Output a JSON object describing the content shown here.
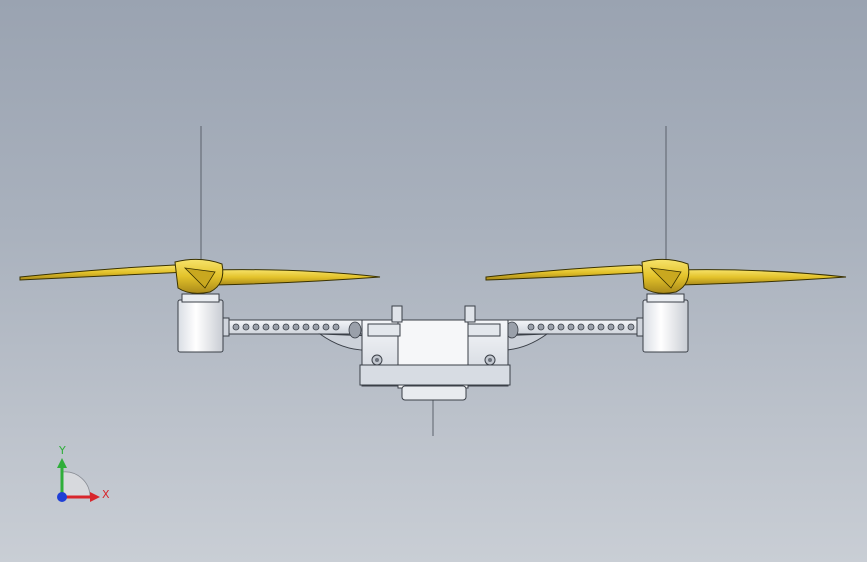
{
  "viewport": {
    "background_top": "#9aa3b1",
    "background_bottom": "#c9ced5"
  },
  "model": {
    "description_icon": "quadcopter-front-view",
    "propeller_color": "#e6c62a",
    "frame_color": "#dfe3ea",
    "motor_color": "#f2f4f7"
  },
  "triad": {
    "y_label": "Y",
    "x_label": "X",
    "y_color": "#2fae3a",
    "x_color": "#d8262c",
    "z_color": "#1f3fd6"
  }
}
